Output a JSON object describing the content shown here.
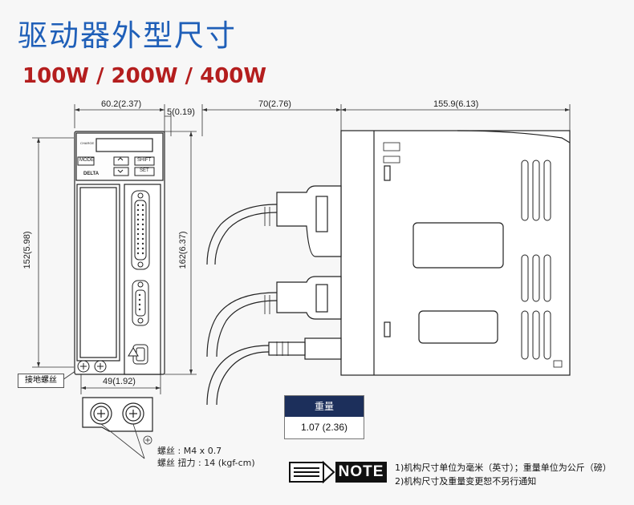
{
  "title": "驱动器外型尺寸",
  "subtitle": "100W / 200W / 400W",
  "front_view": {
    "dim_width": "60.2(2.37)",
    "dim_edge": "5(0.19)",
    "dim_height_body": "152(5.98)",
    "dim_height_total": "162(6.37)",
    "dim_mount_spacing": "49(1.92)",
    "ground_label": "接地螺丝",
    "panel": {
      "charge_label": "CHARGE",
      "mode_label": "MODE",
      "shift_label": "SHIFT",
      "set_label": "SET",
      "brand_label": "DELTA"
    }
  },
  "side_view": {
    "dim_cable_depth": "70(2.76)",
    "dim_body_depth": "155.9(6.13)"
  },
  "weight": {
    "header": "重量",
    "value": "1.07 (2.36)"
  },
  "screw": {
    "spec": "螺丝 : M4 x 0.7",
    "torque": "螺丝 扭力 : 14 (kgf-cm)"
  },
  "note": {
    "badge": "NOTE",
    "line1": "1)机构尺寸单位为毫米（英寸）；重量单位为公斤（磅）",
    "line2": "2)机构尺寸及重量变更恕不另行通知"
  }
}
